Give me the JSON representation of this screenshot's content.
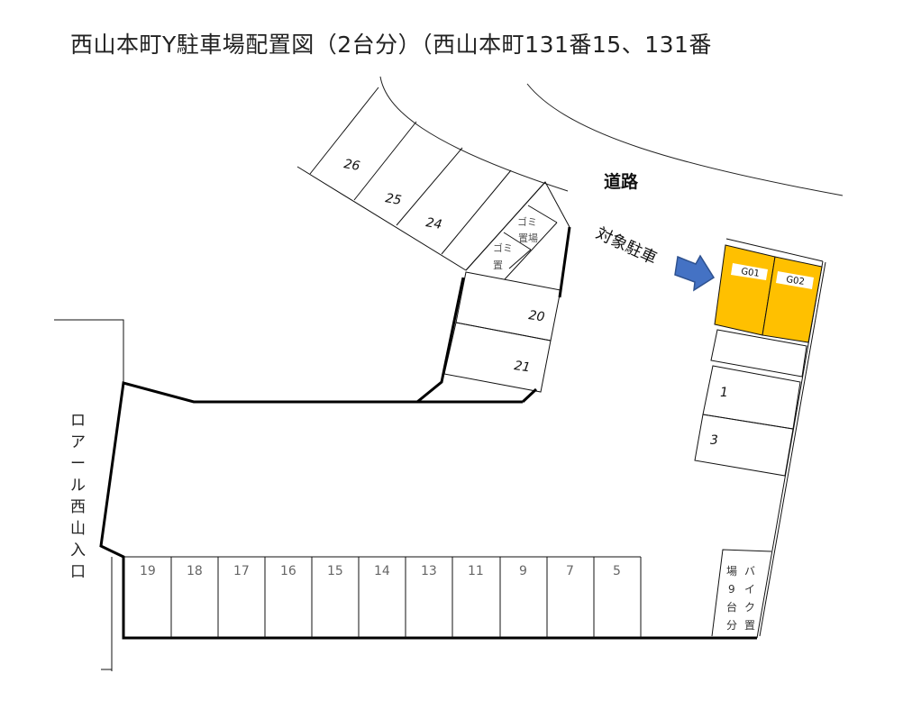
{
  "title": "西山本町Y駐車場配置図（2台分）（西山本町131番15、131番",
  "road_label": "道路",
  "target_label": "対象駐車",
  "entrance_label_chars": [
    "ロ",
    "ア",
    "ー",
    "ル",
    "西",
    "山",
    "入",
    "口"
  ],
  "colors": {
    "target_fill": "#FFC000",
    "arrow_fill": "#4472C4",
    "arrow_stroke": "#2F528F",
    "line": "#111111"
  },
  "target_spaces": [
    {
      "id": "G01",
      "label": "G01"
    },
    {
      "id": "G02",
      "label": "G02"
    }
  ],
  "right_column_spaces": [
    {
      "label": ""
    },
    {
      "label": "1"
    },
    {
      "label": "3"
    }
  ],
  "bike_parking_chars": {
    "col_right": [
      "バ",
      "イ",
      "ク",
      "置"
    ],
    "col_left": [
      "場",
      "9",
      "台",
      "分"
    ]
  },
  "bottom_row_spaces": [
    "19",
    "18",
    "17",
    "16",
    "15",
    "14",
    "13",
    "11",
    "9",
    "7",
    "5"
  ],
  "upper_left_spaces": [
    "26",
    "25",
    "24",
    ""
  ],
  "trash_areas": [
    {
      "line1": "ゴミ",
      "line2": "置場"
    },
    {
      "line1": "ゴミ",
      "line2": "置"
    }
  ],
  "middle_spaces": [
    "20",
    "21"
  ]
}
